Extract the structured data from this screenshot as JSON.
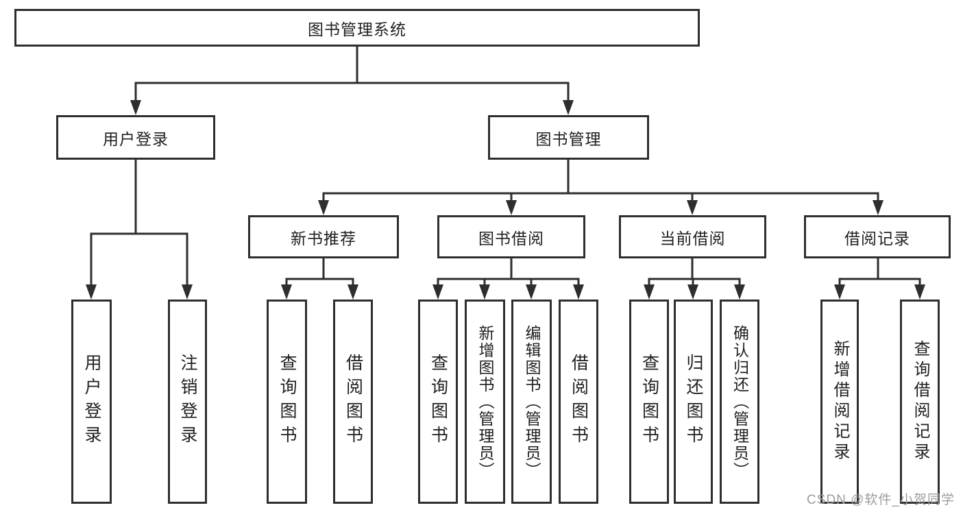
{
  "diagram_title": "图书管理系统",
  "tree": {
    "label": "图书管理系统",
    "children": [
      {
        "label": "用户登录",
        "children": [
          {
            "label": "用户登录"
          },
          {
            "label": "注销登录"
          }
        ]
      },
      {
        "label": "图书管理",
        "children": [
          {
            "label": "新书推荐",
            "children": [
              {
                "label": "查询图书"
              },
              {
                "label": "借阅图书"
              }
            ]
          },
          {
            "label": "图书借阅",
            "children": [
              {
                "label": "查询图书"
              },
              {
                "label": "新增图书（管理员）"
              },
              {
                "label": "编辑图书（管理员）"
              },
              {
                "label": "借阅图书"
              }
            ]
          },
          {
            "label": "当前借阅",
            "children": [
              {
                "label": "查询图书"
              },
              {
                "label": "归还图书"
              },
              {
                "label": "确认归还（管理员）"
              }
            ]
          },
          {
            "label": "借阅记录",
            "children": [
              {
                "label": "新增借阅记录"
              },
              {
                "label": "查询借阅记录"
              }
            ]
          }
        ]
      }
    ]
  },
  "watermark": "CSDN @软件_小贺同学",
  "colors": {
    "line": "#2e2e2e",
    "box_border": "#2e2e2e",
    "text": "#1f1f1f",
    "watermark": "#9c9c9c",
    "background": "#ffffff"
  }
}
